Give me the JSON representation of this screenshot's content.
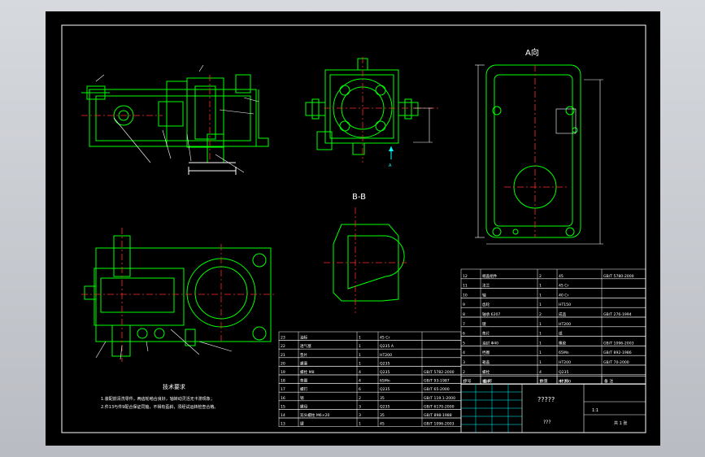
{
  "views": {
    "view_a_label": "A向",
    "section_bb_label": "B-B",
    "arrow_a_label": "A"
  },
  "notes": {
    "title": "技术要求",
    "line1": "1.装配前清洗零件，两齿轮啮合良好，轴转动灵活无卡滞现象；",
    "line2": "2.件13与件9配合保证同轴，不得有歪斜，须经试运转检查合格。"
  },
  "parts_upper": [
    {
      "no": "12",
      "name": "端盖组件",
      "qty": "2",
      "mat": "45",
      "std": "GB/T 5780-2000"
    },
    {
      "no": "11",
      "name": "法兰",
      "qty": "1",
      "mat": "45 Cr",
      "std": ""
    },
    {
      "no": "10",
      "name": "轴",
      "qty": "1",
      "mat": "40 Cr",
      "std": ""
    },
    {
      "no": "9",
      "name": "齿轮",
      "qty": "1",
      "mat": "HT150",
      "std": ""
    },
    {
      "no": "8",
      "name": "轴承 6207",
      "qty": "2",
      "mat": "成品",
      "std": "GB/T 276-1994"
    },
    {
      "no": "7",
      "name": "键",
      "qty": "1",
      "mat": "HT200",
      "std": ""
    },
    {
      "no": "6",
      "name": "垫片",
      "qty": "1",
      "mat": "纸",
      "std": ""
    },
    {
      "no": "5",
      "name": "油封 Φ40",
      "qty": "1",
      "mat": "橡胶",
      "std": "GB/T 1096-2003"
    },
    {
      "no": "4",
      "name": "挡圈",
      "qty": "1",
      "mat": "65Mn",
      "std": "GB/T 892-1986"
    },
    {
      "no": "3",
      "name": "箱盖",
      "qty": "1",
      "mat": "HT200",
      "std": "GB/T 70-2000"
    },
    {
      "no": "2",
      "name": "螺栓",
      "qty": "4",
      "mat": "Q235",
      "std": ""
    },
    {
      "no": "1",
      "name": "箱体",
      "qty": "1",
      "mat": "HT200",
      "std": ""
    }
  ],
  "parts_lower": [
    {
      "no": "23",
      "name": "油标",
      "qty": "1",
      "mat": "45 Cr",
      "std": ""
    },
    {
      "no": "22",
      "name": "透气塞",
      "qty": "1",
      "mat": "Q235 A",
      "std": ""
    },
    {
      "no": "21",
      "name": "垫片",
      "qty": "1",
      "mat": "HT200",
      "std": ""
    },
    {
      "no": "20",
      "name": "螺塞",
      "qty": "1",
      "mat": "Q235",
      "std": ""
    },
    {
      "no": "19",
      "name": "螺栓 M8",
      "qty": "4",
      "mat": "Q235",
      "std": "GB/T 5782-2000"
    },
    {
      "no": "18",
      "name": "垫圈",
      "qty": "4",
      "mat": "65Mn",
      "std": "GB/T 93-1987"
    },
    {
      "no": "17",
      "name": "螺钉",
      "qty": "6",
      "mat": "Q235",
      "std": "GB/T 65-2000"
    },
    {
      "no": "16",
      "name": "销",
      "qty": "2",
      "mat": "35",
      "std": "GB/T 119.1-2000"
    },
    {
      "no": "15",
      "name": "螺母",
      "qty": "3",
      "mat": "Q235",
      "std": "GB/T 6170-2000"
    },
    {
      "no": "14",
      "name": "双头螺柱 M6×20",
      "qty": "3",
      "mat": "35",
      "std": "GB/T 898-1988"
    },
    {
      "no": "13",
      "name": "键",
      "qty": "1",
      "mat": "45",
      "std": "GB/T 1096-2003"
    }
  ],
  "header_row": {
    "no": "序号",
    "name": "名 称",
    "qty": "数量",
    "mat": "材 料",
    "std": "备 注"
  },
  "title_block": {
    "drawing_name": "?????",
    "company": "???",
    "scale": "1:1",
    "sheet": "共 1 张"
  },
  "colors": {
    "line_green": "#00ff00",
    "center_red": "#ff2a2a",
    "white": "#ffffff",
    "yellow": "#ffff00",
    "cyan": "#00ffff",
    "background": "#000000"
  }
}
